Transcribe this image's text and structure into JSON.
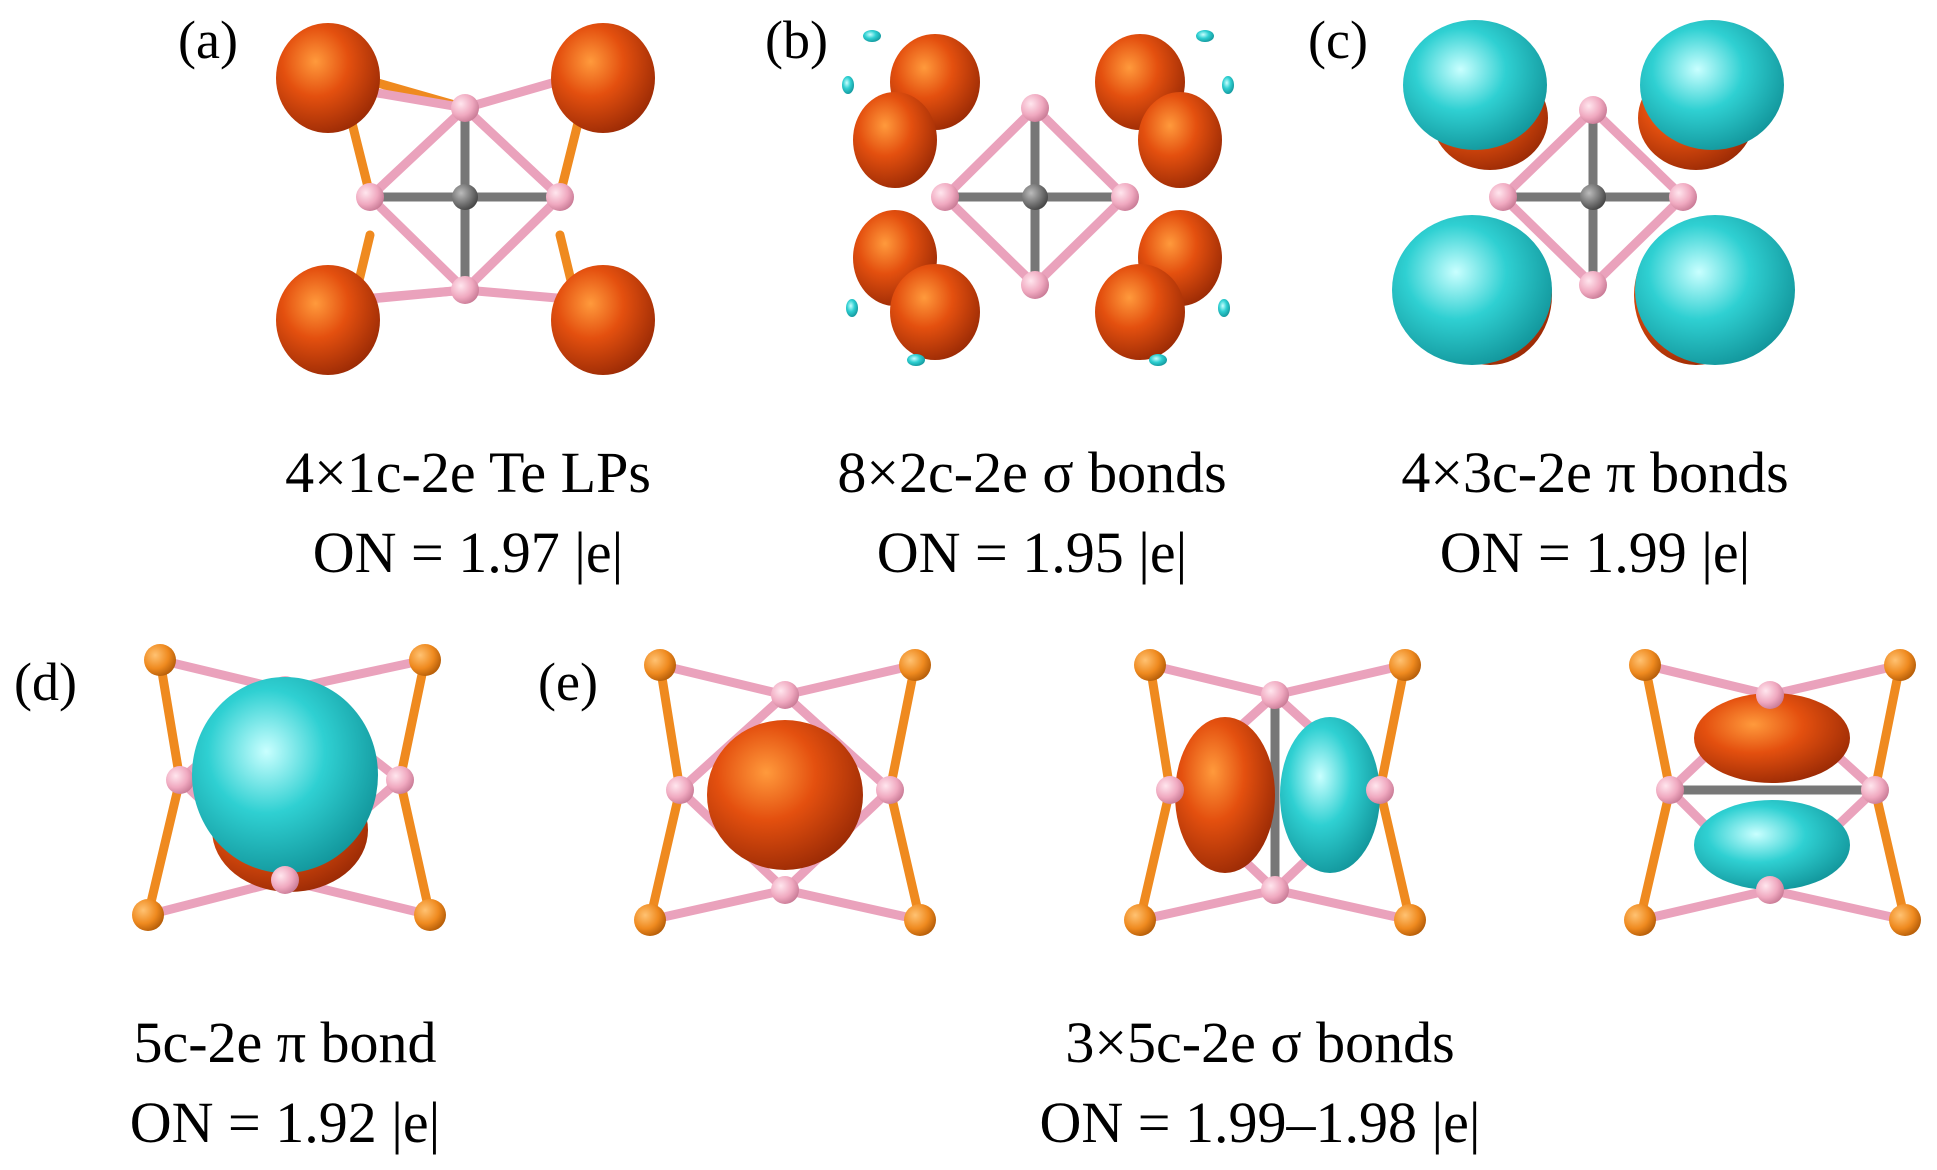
{
  "colors": {
    "orbital_positive": "#e14a0f",
    "orbital_negative": "#22c8cc",
    "boron_atom": "#f2b3c6",
    "carbon_atom": "#6f6f6f",
    "tellurium_atom": "#ef8a1f",
    "bond_pink": "#eaa2bc",
    "bond_gray": "#777777",
    "bond_orange": "#ef8a1f"
  },
  "panels": [
    {
      "label": "(a)",
      "caption_line1": "4×1c-2e Te LPs",
      "caption_line2": "ON = 1.97 |e|"
    },
    {
      "label": "(b)",
      "caption_line1": "8×2c-2e σ bonds",
      "caption_line2": "ON = 1.95 |e|"
    },
    {
      "label": "(c)",
      "caption_line1": "4×3c-2e π bonds",
      "caption_line2": "ON = 1.99 |e|"
    },
    {
      "label": "(d)",
      "caption_line1": "5c-2e π bond",
      "caption_line2": "ON = 1.92 |e|"
    },
    {
      "label": "(e)",
      "caption_line1": "3×5c-2e σ bonds",
      "caption_line2": "ON = 1.99–1.98 |e|"
    }
  ]
}
